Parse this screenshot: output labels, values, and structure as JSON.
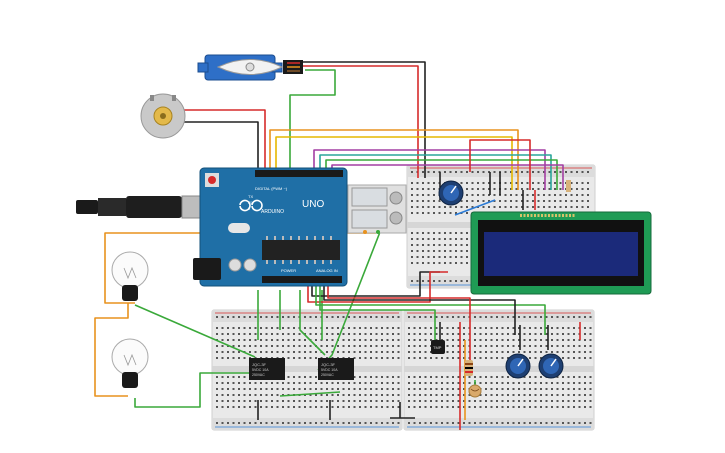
{
  "arduino": {
    "brand": "ARDUINO",
    "model": "UNO",
    "digital_label": "DIGITAL (PWM ~)",
    "power_label": "POWER",
    "analog_label": "ANALOG IN",
    "tx_label": "TX",
    "rx_label": "RX",
    "l_label": "L",
    "on_label": "ON",
    "board_color": "#1f6fa6"
  },
  "relays": [
    {
      "line1": "JQC-3F",
      "line2": "5VDC 10A",
      "line3": "250VAC"
    },
    {
      "line1": "JQC-3F",
      "line2": "5VDC 10A",
      "line3": "250VAC"
    }
  ],
  "sensor_label": "TMP",
  "wire_colors": {
    "red": "#d62b2b",
    "black": "#222222",
    "green": "#3aa93a",
    "orange": "#e8921e",
    "yellow": "#e6b800",
    "purple": "#a33ea3",
    "teal": "#2aa59a",
    "blue": "#2b7bd6"
  },
  "lcd": {
    "pcb_color": "#1f9b55",
    "screen_color": "#1b2a7a"
  }
}
